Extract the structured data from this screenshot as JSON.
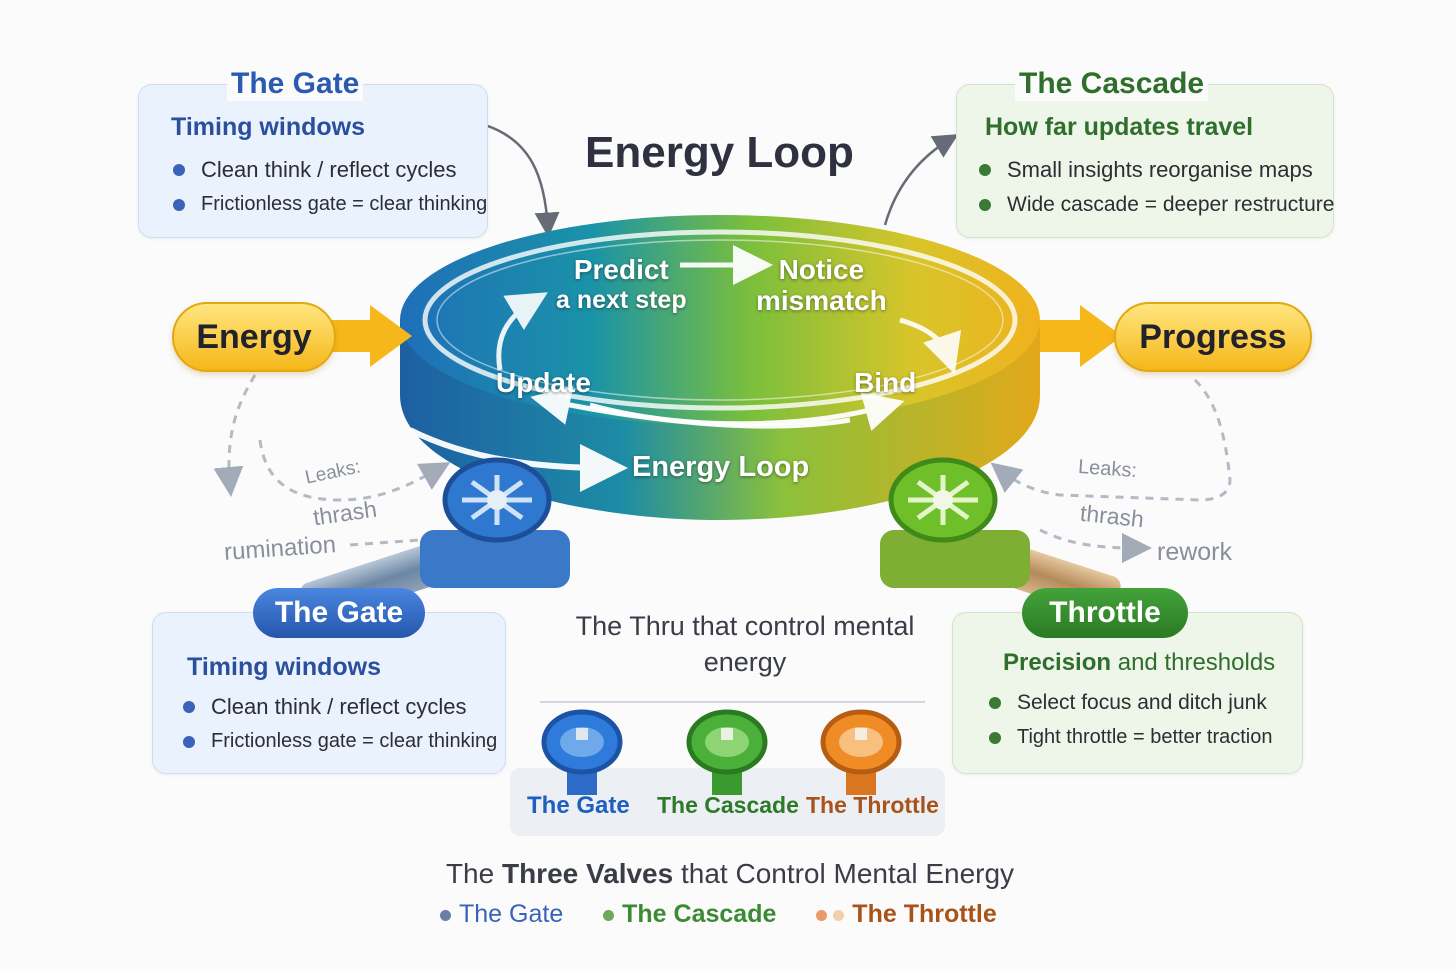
{
  "title": "Energy Loop",
  "card_gate_top": {
    "heading": "The Gate",
    "subheading": "Timing windows",
    "bullets": [
      "Clean think / reflect cycles",
      "Frictionless gate = clear thinking"
    ]
  },
  "card_cascade_top": {
    "heading": "The Cascade",
    "subheading": "How far updates travel",
    "bullets": [
      "Small insights reorganise maps",
      "Wide cascade = deeper restructure"
    ]
  },
  "energy_label": "Energy",
  "progress_label": "Progress",
  "loop": {
    "predict": "Predict",
    "predict_sub": "a next step",
    "notice": "Notice",
    "notice_sub": "mismatch",
    "update": "Update",
    "bind": "Bind",
    "base_label": "Energy Loop"
  },
  "leaks_left": {
    "label": "Leaks:",
    "items": [
      "thrash",
      "rumination"
    ]
  },
  "leaks_right": {
    "label": "Leaks:",
    "items": [
      "thrash",
      "rework"
    ]
  },
  "card_gate_bottom": {
    "pill": "The Gate",
    "subheading": "Timing windows",
    "bullets": [
      "Clean think / reflect cycles",
      "Frictionless gate = clear thinking"
    ]
  },
  "card_throttle": {
    "pill": "Throttle",
    "subheading_bold": "Precision",
    "subheading_rest": "and thresholds",
    "bullets": [
      "Select focus and ditch junk",
      "Tight throttle = better traction"
    ]
  },
  "center_caption": [
    "The Thru that control mental",
    "energy"
  ],
  "valves": [
    {
      "label": "The Gate",
      "color": "#1f5fbf"
    },
    {
      "label": "The Cascade",
      "color": "#2f7a2a"
    },
    {
      "label": "The Throttle",
      "color": "#a8531a"
    }
  ],
  "footer": {
    "prefix": "The",
    "bold": "Three Valves",
    "suffix": "that Control Mental Energy"
  },
  "legend": [
    {
      "label": "The Gate",
      "color": "#3a63b8",
      "dot": "#6a7fa8"
    },
    {
      "label": "The Cascade",
      "color": "#3d8a35",
      "dot": "#6fa85a"
    },
    {
      "label": "The Throttle",
      "color": "#a8531a",
      "dot": "#e89a68"
    }
  ],
  "colors": {
    "gate_blue": "#2a5bb0",
    "cascade_green": "#2f6e2b",
    "energy_yellow": "#f5b71a",
    "pill_blue": "#2e64c0",
    "pill_green": "#2f8a2a"
  }
}
